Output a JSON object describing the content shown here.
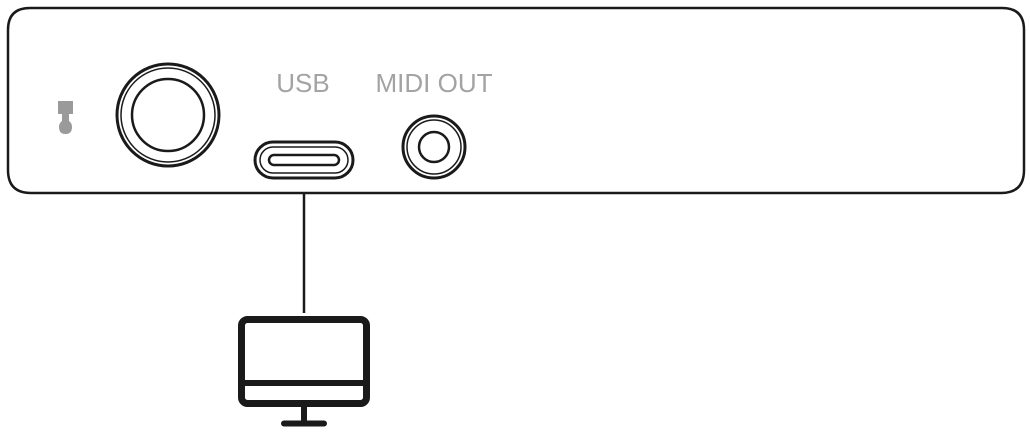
{
  "device": {
    "ports": [
      {
        "id": "kensington-lock",
        "icon": "lock-slot-icon",
        "label": ""
      },
      {
        "id": "power-button",
        "icon": "power-button-icon",
        "label": ""
      },
      {
        "id": "usb",
        "icon": "usb-c-port-icon",
        "label": "USB"
      },
      {
        "id": "midi-out",
        "icon": "midi-jack-icon",
        "label": "MIDI OUT"
      }
    ]
  },
  "connection": {
    "from": "usb",
    "to": "computer",
    "target_icon": "desktop-computer-icon"
  },
  "colors": {
    "outline": "#1a1a1a",
    "label": "#a3a3a3",
    "panel_fill": "#ffffff"
  }
}
